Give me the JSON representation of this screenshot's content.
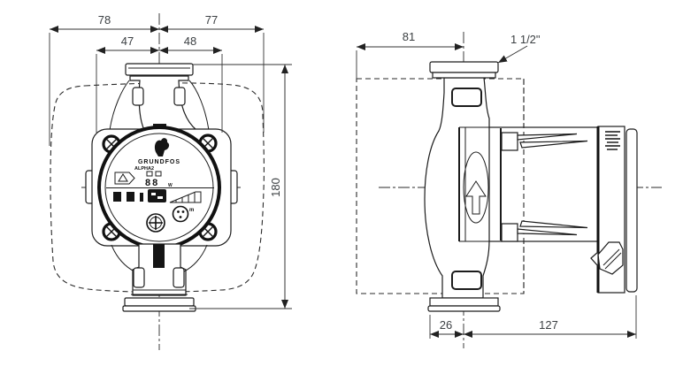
{
  "front_view": {
    "dim_overall_left": "78",
    "dim_overall_right": "77",
    "dim_head_left": "47",
    "dim_head_right": "48",
    "dim_height": "180",
    "faceplate": {
      "brand": "GRUNDFOS",
      "model": "ALPHA2",
      "display_value": "88",
      "display_unit": "W",
      "ramp_unit": "m"
    }
  },
  "side_view": {
    "dim_shell_width": "81",
    "dim_port_offset": "26",
    "dim_body_length": "127",
    "connection_size": "1 1/2\""
  }
}
